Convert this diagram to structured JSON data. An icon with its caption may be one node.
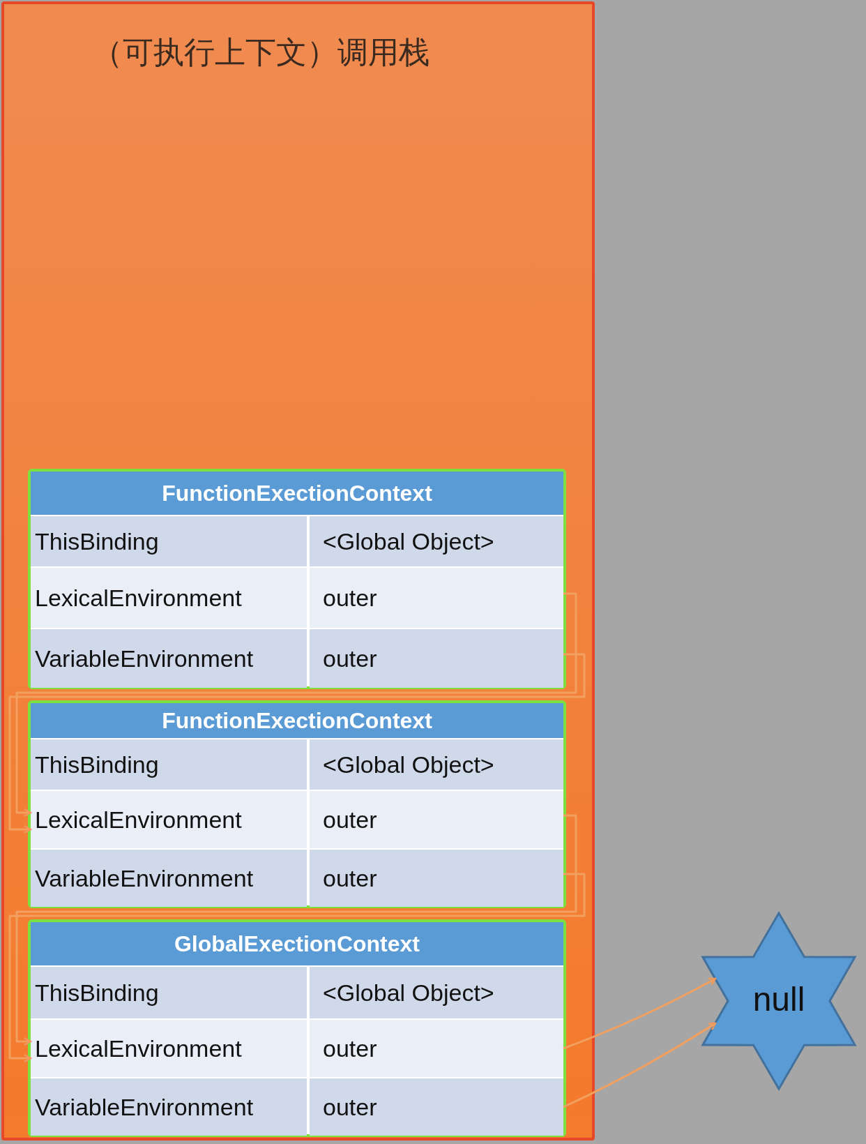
{
  "diagram": {
    "nodes": [
      {
        "text": [
          "（可执行上下文）调用栈"
        ]
      },
      {
        "text": [
          "FunctionExectionContext"
        ],
        "in": 0
      },
      {
        "text": [
          "ThisBinding"
        ],
        "in": 1
      },
      {
        "text": [
          "<Global Object>"
        ],
        "in": 1
      },
      {
        "text": [
          "LexicalEnvironment"
        ],
        "in": 1
      },
      {
        "text": [
          "outer"
        ],
        "in": 1
      },
      {
        "text": [
          "VariableEnvironment"
        ],
        "in": 1
      },
      {
        "text": [
          "outer"
        ],
        "in": 1
      },
      {
        "text": [
          "FunctionExectionContext"
        ],
        "in": 0
      },
      {
        "text": [
          "ThisBinding"
        ],
        "in": 8
      },
      {
        "text": [
          "<Global Object>"
        ],
        "in": 8
      },
      {
        "text": [
          "LexicalEnvironment"
        ],
        "in": 8
      },
      {
        "text": [
          "outer"
        ],
        "in": 8
      },
      {
        "text": [
          "VariableEnvironment"
        ],
        "in": 8
      },
      {
        "text": [
          "outer"
        ],
        "in": 8
      },
      {
        "text": [
          "GlobalExectionContext"
        ],
        "in": 0
      },
      {
        "text": [
          "ThisBinding"
        ],
        "in": 15
      },
      {
        "text": [
          "<Global Object>"
        ],
        "in": 15
      },
      {
        "text": [
          "LexicalEnvironment"
        ],
        "in": 15
      },
      {
        "text": [
          "outer"
        ],
        "in": 15
      },
      {
        "text": [
          "VariableEnvironment"
        ],
        "in": 15
      },
      {
        "text": [
          "outer"
        ],
        "in": 15
      },
      {
        "text": [
          "null"
        ]
      }
    ],
    "edges": [
      {
        "from": 5,
        "to": 11,
        "arrow": "to"
      },
      {
        "from": 7,
        "to": 11,
        "arrow": "to"
      },
      {
        "from": 12,
        "to": 18,
        "arrow": "to"
      },
      {
        "from": 14,
        "to": 18,
        "arrow": "to"
      },
      {
        "from": 19,
        "to": 22,
        "arrow": "to"
      },
      {
        "from": 21,
        "to": 22,
        "arrow": "to"
      }
    ]
  }
}
